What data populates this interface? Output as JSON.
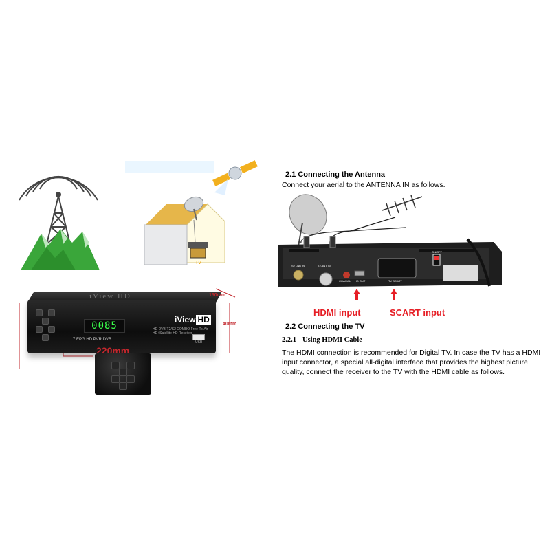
{
  "device": {
    "brand_top": "iView HD",
    "brand_front": "iView",
    "brand_front_hd": "HD",
    "lcd": "0085",
    "model_label": "HD DVB-T2/S2 COMBO Free-To-Air HD+Satellite HD Receiver",
    "features": "7 EPG  HD  PVR  DVB",
    "usb_label": "USB",
    "dim_depth": "150mm",
    "dim_height": "40mm",
    "dim_width": "220mm"
  },
  "manual": {
    "sec21_title": "2.1  Connecting the Antenna",
    "sec21_text": "Connect your aerial to the ANTENNA IN as follows.",
    "rear_labels": {
      "lnb": "S2 LNB IN",
      "ant": "T2 ANT IN",
      "coaxial": "COAXIAL",
      "hdmi": "HD OUT",
      "scart": "TV SCART",
      "onoff": "ON/OFF"
    },
    "callout_hdmi": "HDMI input",
    "callout_scart": "SCART input",
    "sec22_title": "2.2  Connecting the TV",
    "sec221_num": "2.2.1",
    "sec221_title": "Using HDMI Cable",
    "sec221_text": "The HDMI connection is recommended for Digital TV. In case the TV has a HDMI input connector, a special all-digital interface that provides the highest picture quality, connect the receiver to the TV with the HDMI cable as follows."
  },
  "illustration": {
    "tv_label": "TV"
  },
  "colors": {
    "callout_red": "#e61e25",
    "dimension_red": "#c2272d",
    "lcd_green": "#39ff4a",
    "mountain_green": "#3aa63a"
  }
}
